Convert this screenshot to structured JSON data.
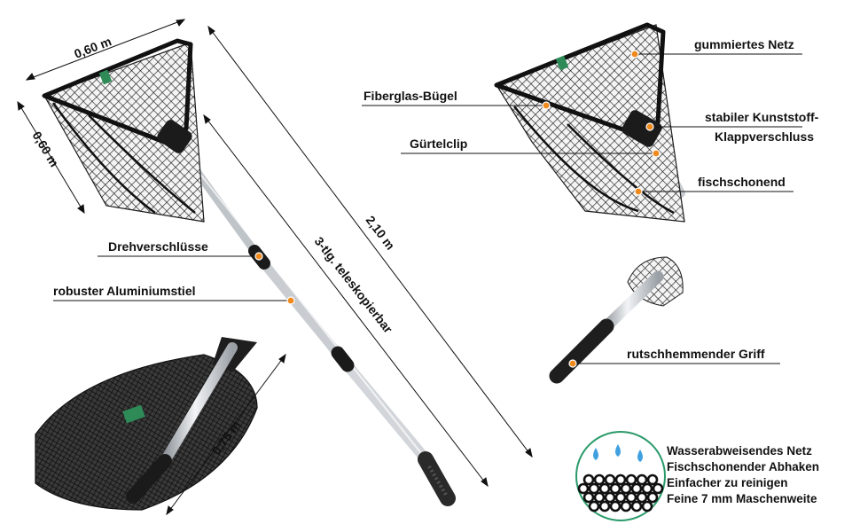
{
  "dimensions": {
    "top_width": "0,60 m",
    "side_depth": "0,60 m",
    "total_length": "2,10 m",
    "folded_length": "0,75 m",
    "handle_segments": "3-tlg. teleskopierbar"
  },
  "labels": {
    "twist_locks": "Drehverschlüsse",
    "aluminium_handle": "robuster Aluminiumstiel",
    "rubber_net": "gummiertes Netz",
    "fiberglass_frame": "Fiberglas-Bügel",
    "folding_lock_line1": "stabiler Kunststoff-",
    "folding_lock_line2": "Klappverschluss",
    "belt_clip": "Gürtelclip",
    "fish_friendly": "fischschonend",
    "grip": "rutschhemmender Griff"
  },
  "features": [
    "Wasserabweisendes Netz",
    "Fischschonender Abhaken",
    "Einfacher zu reinigen",
    "Feine 7 mm Maschenweite"
  ],
  "colors": {
    "marker": "#f08a1c",
    "water_drop": "#3fa0e0",
    "badge_ring": "#2a9a6a",
    "net": "#1c1c1c",
    "pole": "#c9cdd2"
  },
  "icons": [
    "water-drop-icon",
    "mesh-icon"
  ]
}
